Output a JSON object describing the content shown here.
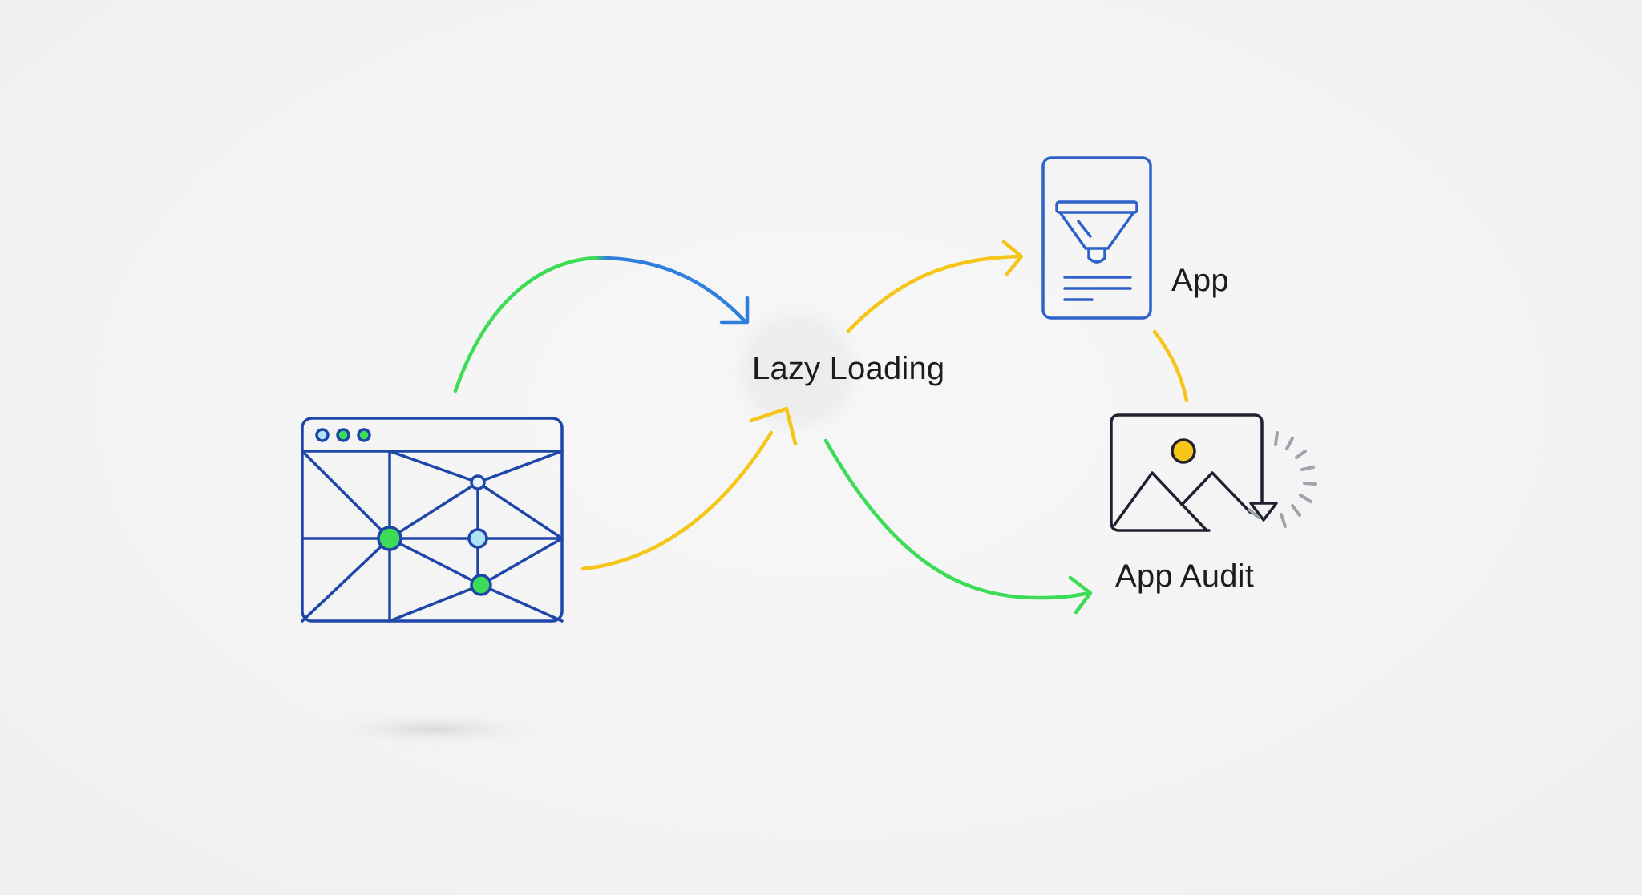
{
  "diagram": {
    "center_label": "Lazy Loading",
    "app_label": "App",
    "audit_label": "App Audit"
  },
  "colors": {
    "blue": "#2f62c8",
    "navy": "#1e46a8",
    "green": "#3ddc57",
    "yellow": "#f5c518",
    "dark": "#1e2230",
    "gray": "#9ea3ad",
    "light_blue": "#aee3f5"
  },
  "icons": {
    "wireframe": "browser-wireframe-icon",
    "app": "mobile-funnel-icon",
    "image": "image-loading-icon"
  }
}
